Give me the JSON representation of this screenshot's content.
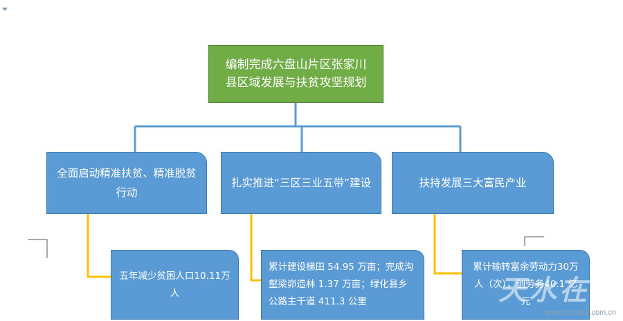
{
  "root": {
    "text": "编制完成六盘山片区张家川县区域发展与扶贫攻坚规划"
  },
  "branches": [
    {
      "text": "全面启动精准扶贫、精准脱贫行动"
    },
    {
      "text": "扎实推进“三区三业五带”建设"
    },
    {
      "text": "扶持发展三大富民产业"
    }
  ],
  "leaves": [
    {
      "text": "五年减少贫困人口10.11万人"
    },
    {
      "text": "累计建设梯田 54.95 万亩；完成沟壑梁峁造林 1.37 万亩；绿化县乡公路主干道 411.3 公里"
    },
    {
      "text": "累计输转富余劳动力30万人（次），创劳务40.1 亿元"
    }
  ],
  "watermark": {
    "text": "www.tianshui.com.cn",
    "logo_text": "天水在线"
  },
  "colors": {
    "root": "#70ad47",
    "box": "#5b9bd5",
    "tree_connector": "#5b9bd5",
    "leaf_connector": "#ffc000"
  }
}
